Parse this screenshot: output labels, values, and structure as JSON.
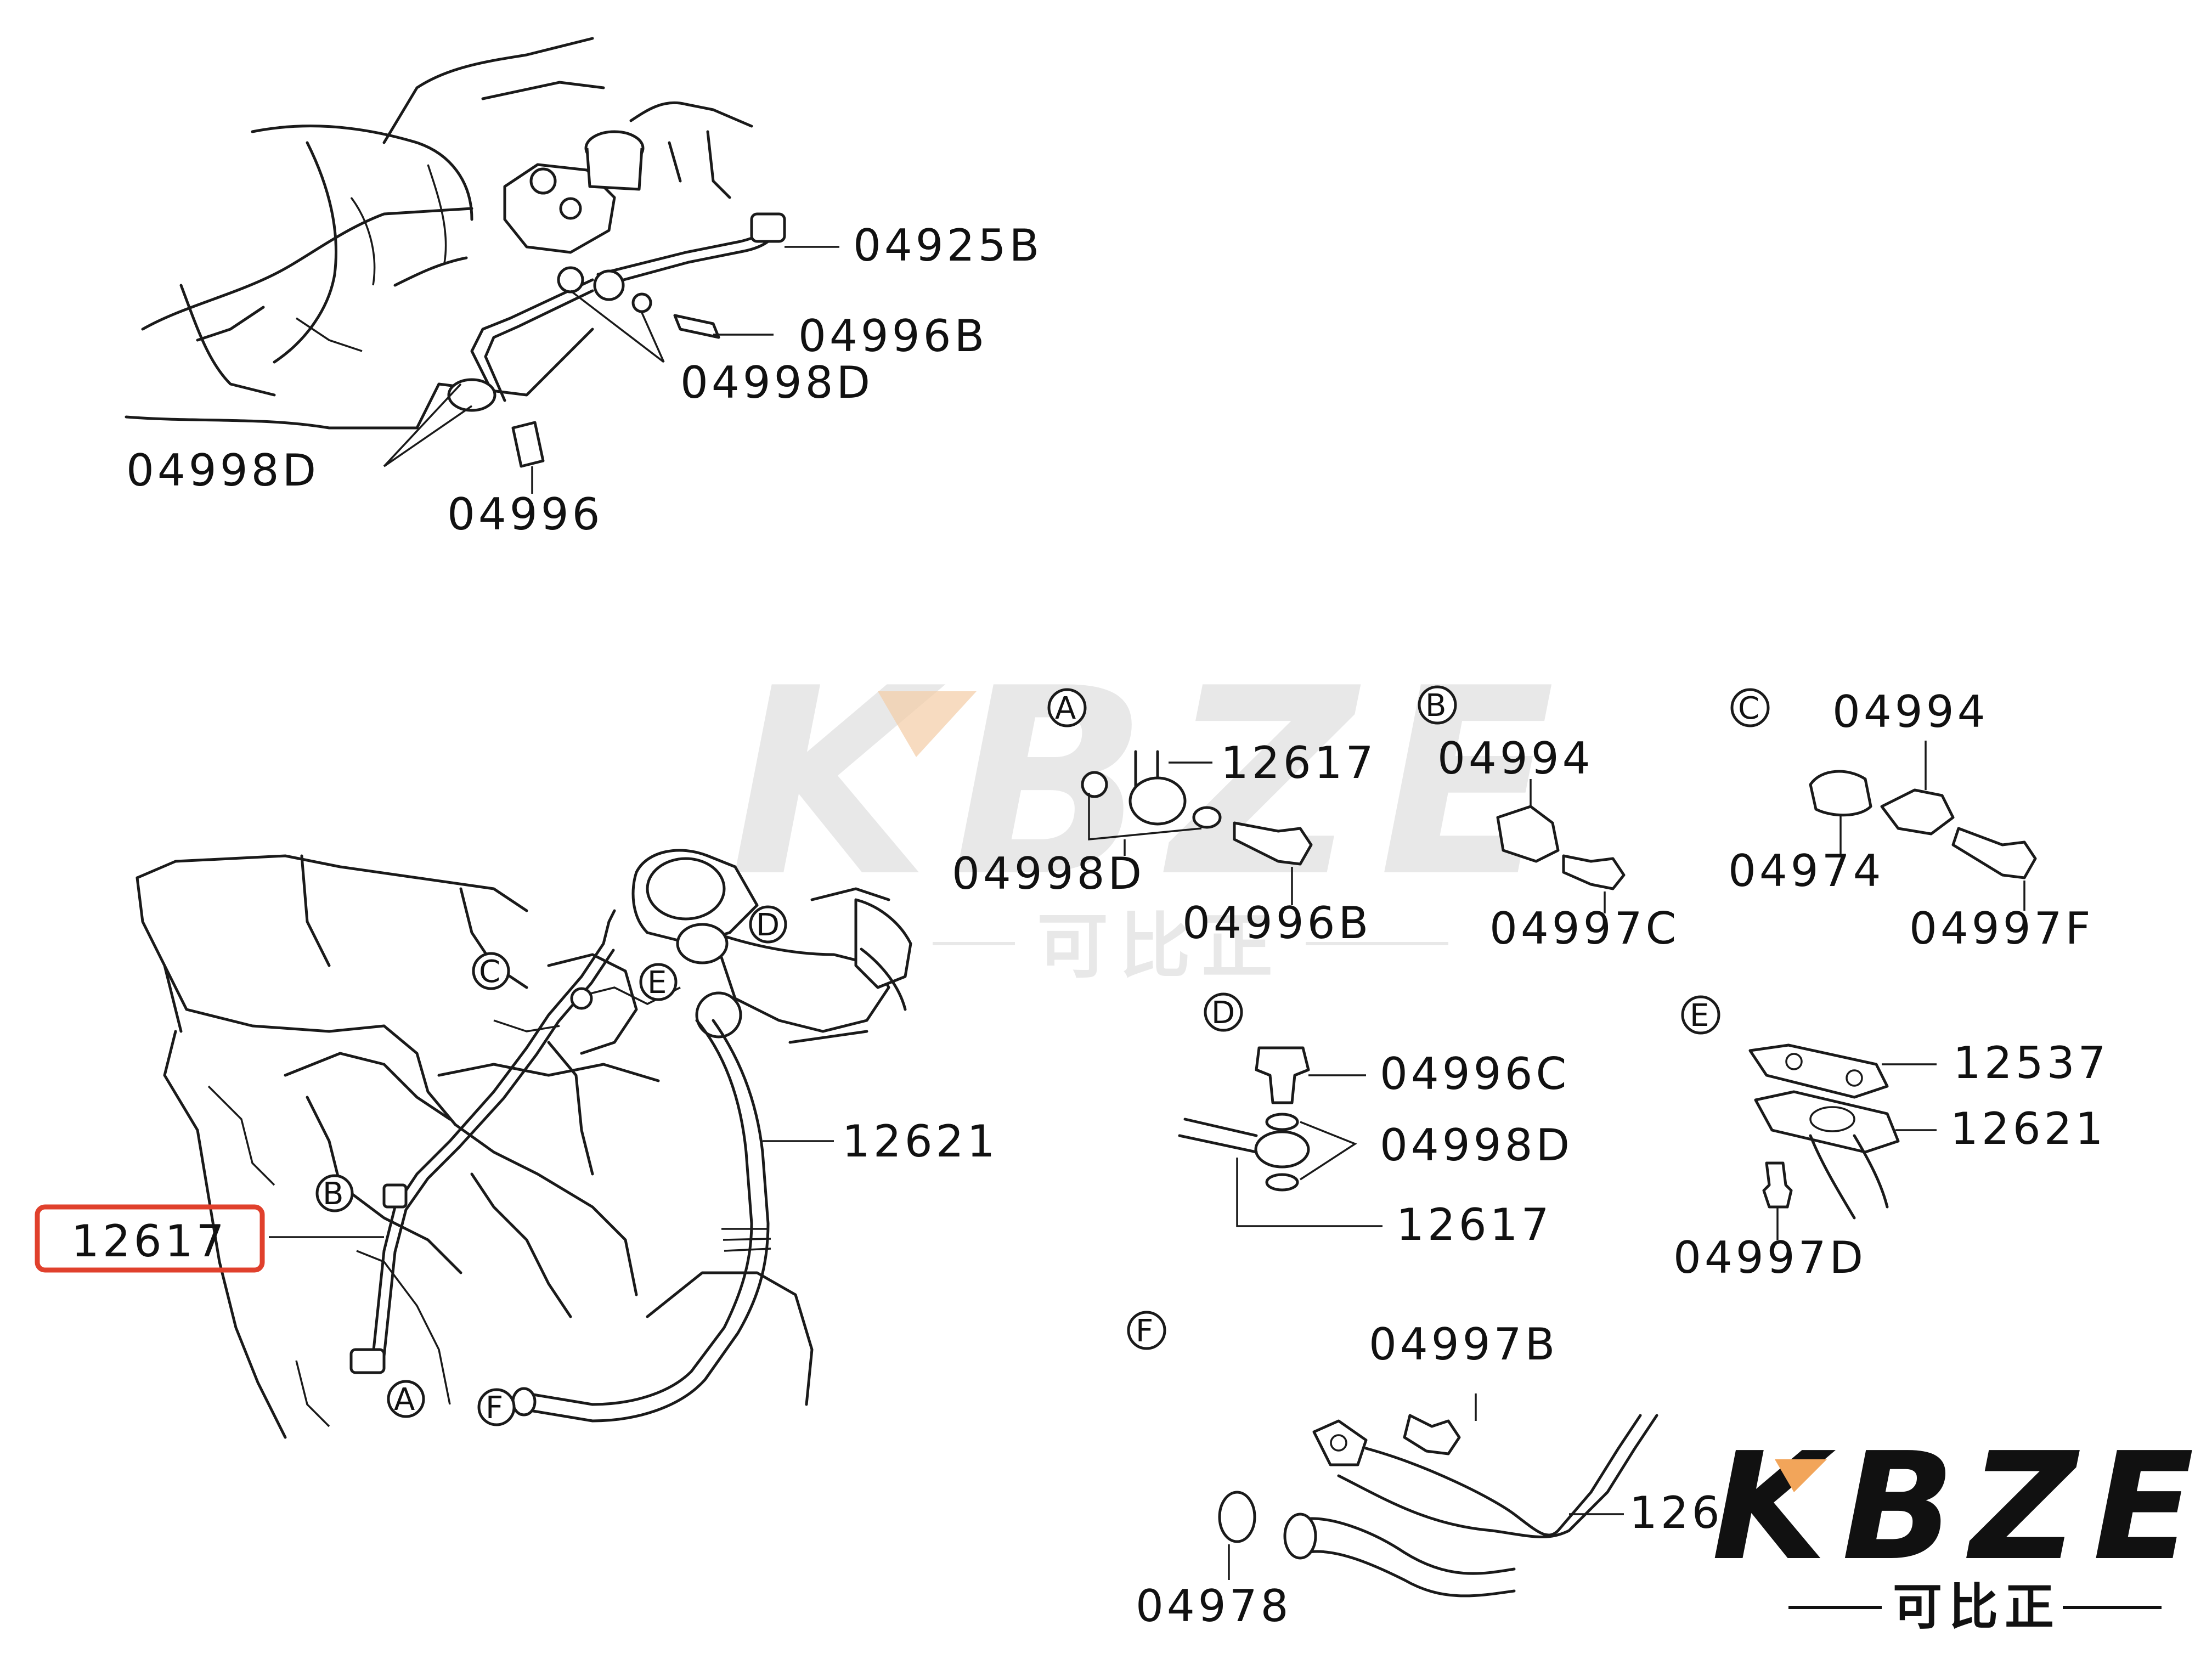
{
  "colors": {
    "line": "#1a1a1a",
    "highlight": "#e0402c",
    "brand_orange": "#f2a55a",
    "watermark": "#e6e6e6",
    "logo_dark": "#111111"
  },
  "upper_view": {
    "labels": {
      "p_04925B": "04925B",
      "p_04996B": "04996B",
      "p_04998D_right": "04998D",
      "p_04998D_left": "04998D",
      "p_04996": "04996"
    }
  },
  "lower_view": {
    "labels": {
      "p_12617_main": "12617",
      "p_12621_main": "12621"
    },
    "callouts": [
      "A",
      "B",
      "C",
      "D",
      "E",
      "F"
    ]
  },
  "detail_A": {
    "letter": "A",
    "labels": {
      "p_12617": "12617",
      "p_04998D": "04998D",
      "p_04996B": "04996B"
    }
  },
  "detail_B": {
    "letter": "B",
    "labels": {
      "p_04994": "04994",
      "p_04997C": "04997C"
    }
  },
  "detail_C": {
    "letter": "C",
    "labels": {
      "p_04994": "04994",
      "p_04974": "04974",
      "p_04997F": "04997F"
    }
  },
  "detail_D": {
    "letter": "D",
    "labels": {
      "p_04996C": "04996C",
      "p_04998D": "04998D",
      "p_12617": "12617"
    }
  },
  "detail_E": {
    "letter": "E",
    "labels": {
      "p_12537": "12537",
      "p_12621": "12621",
      "p_04997D": "04997D"
    }
  },
  "detail_F": {
    "letter": "F",
    "labels": {
      "p_04997B": "04997B",
      "p_12621_partial": "126",
      "p_04978": "04978"
    }
  },
  "highlight": {
    "part_number": "12617"
  },
  "watermark": {
    "latin": "KBZE",
    "chinese": "可比正"
  },
  "brand_logo": {
    "latin": "KBZE",
    "chinese": "可比正"
  }
}
